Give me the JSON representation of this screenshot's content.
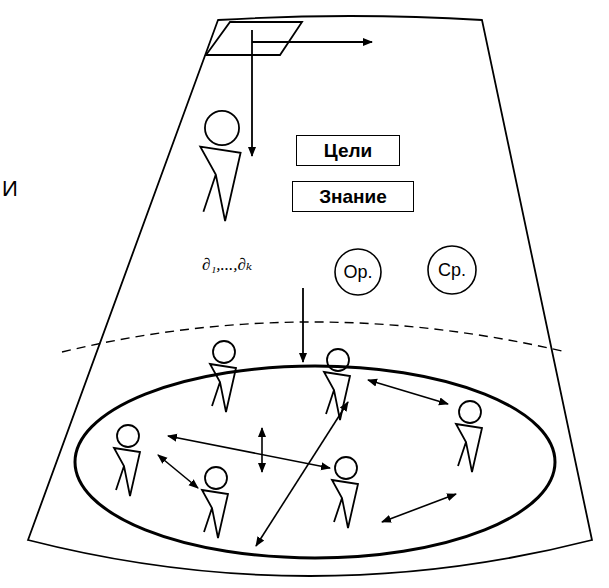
{
  "diagram": {
    "nodes": [
      {
        "text": [
          "Цели"
        ]
      },
      {
        "text": [
          "Знание"
        ]
      },
      {
        "text": [
          "Ор."
        ]
      },
      {
        "text": [
          "Ср."
        ]
      }
    ],
    "labels": [
      "И",
      "∂₁,...,∂ₖ"
    ]
  }
}
